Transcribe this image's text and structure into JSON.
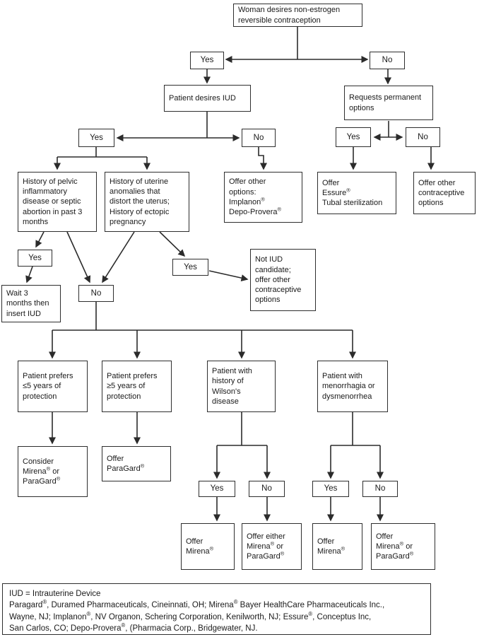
{
  "diagram_title": "IUD contraception decision flowchart",
  "colors": {
    "background": "#ffffff",
    "line": "#2b2b2b",
    "box_border": "#2e2e2e",
    "text": "#1a1a1a"
  },
  "nodes": {
    "root": "Woman desires non-estrogen\nreversible contraception",
    "yes1": "Yes",
    "no1": "No",
    "patient_desires_iud": "Patient desires IUD",
    "requests_permanent": "Requests permanent\noptions",
    "yes2": "Yes",
    "no2": "No",
    "yes_r": "Yes",
    "no_r": "No",
    "pid_history": "History of pelvic\ninflammatory\ndisease or septic\nabortion in past 3\nmonths",
    "uterine_history": "History of uterine\nanomalies that\ndistort the uterus;\nHistory of ectopic\npregnancy",
    "offer_other_options": "Offer other\noptions:\nImplanon®\nDepo-Provera®",
    "offer_essure": "Offer\nEssure®\nTubal sterilization",
    "offer_other_contraceptive": "Offer other\ncontraceptive\noptions",
    "yes3": "Yes",
    "no3": "No",
    "yes4": "Yes",
    "wait_insert": "Wait 3\nmonths then\ninsert IUD",
    "not_iud_candidate": "Not IUD\ncandidate;\noffer other\ncontraceptive\noptions",
    "prefers_le5": "Patient prefers\n≤5 years of\nprotection",
    "prefers_ge5": "Patient prefers\n≥5 years of\nprotection",
    "wilsons": "Patient with\nhistory of\nWilson's\ndisease",
    "menorrhagia": "Patient with\nmenorrhagia or\ndysmenorrhea",
    "consider_mirena_paragard": "Consider\nMirena® or\nParaGard®",
    "offer_paragard": "Offer\nParaGard®",
    "yes5": "Yes",
    "no5": "No",
    "yes6": "Yes",
    "no6": "No",
    "offer_mirena_1": "Offer\nMirena®",
    "offer_either_mirena_paragard": "Offer either\nMirena® or\nParaGard®",
    "offer_mirena_2": "Offer\nMirena®",
    "offer_mirena_or_paragard": "Offer\nMirena® or\nParaGard®"
  },
  "footnote": {
    "line1": "IUD = Intrauterine Device",
    "line2": "Paragard®, Duramed Pharmaceuticals, Cineinnati, OH; Mirena® Bayer HealthCare Pharmaceuticals Inc.,",
    "line3": "Wayne, NJ; Implanon®, NV Organon, Schering Corporation, Kenilworth, NJ; Essure®, Conceptus Inc,",
    "line4": "San Carlos, CO; Depo-Provera®, (Pharmacia Corp., Bridgewater, NJ."
  }
}
